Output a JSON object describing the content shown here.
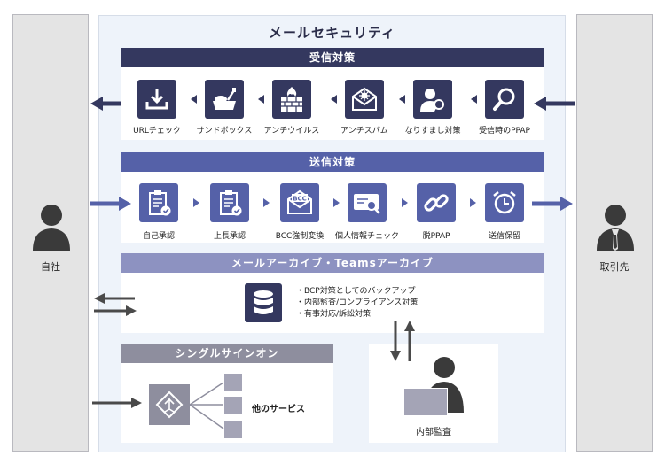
{
  "title": "メールセキュリティ",
  "left_party": "自社",
  "right_party": "取引先",
  "receive": {
    "header": "受信対策",
    "items": [
      {
        "label": "URLチェック",
        "icon": "download-tray-icon"
      },
      {
        "label": "サンドボックス",
        "icon": "sandbox-icon"
      },
      {
        "label": "アンチウイルス",
        "icon": "firewall-icon"
      },
      {
        "label": "アンチスパム",
        "icon": "spam-envelope-icon"
      },
      {
        "label": "なりすまし対策",
        "icon": "impersonation-icon"
      },
      {
        "label": "受信時のPPAP",
        "icon": "magnifier-icon"
      }
    ]
  },
  "send": {
    "header": "送信対策",
    "items": [
      {
        "label": "自己承認",
        "icon": "clipboard-check-icon"
      },
      {
        "label": "上長承認",
        "icon": "clipboard-check-icon"
      },
      {
        "label": "BCC強制変換",
        "icon": "bcc-envelope-icon",
        "badge": "BCC"
      },
      {
        "label": "個人情報チェック",
        "icon": "id-card-search-icon"
      },
      {
        "label": "脱PPAP",
        "icon": "chain-link-icon"
      },
      {
        "label": "送信保留",
        "icon": "alarm-clock-icon"
      }
    ]
  },
  "archive": {
    "header": "メールアーカイブ・Teamsアーカイブ",
    "bullets": [
      "・BCP対策としてのバックアップ",
      "・内部監査/コンプライアンス対策",
      "・有事対応/訴訟対策"
    ]
  },
  "sso": {
    "header": "シングルサインオン",
    "services_label": "他のサービス"
  },
  "auditor": {
    "label": "内部監査"
  },
  "colors": {
    "dark_navy": "#34385f",
    "blue": "#5561a8",
    "archive_header": "#8d92c1",
    "sso_header": "#8e8e9e",
    "service_box": "#a4a4b6"
  }
}
